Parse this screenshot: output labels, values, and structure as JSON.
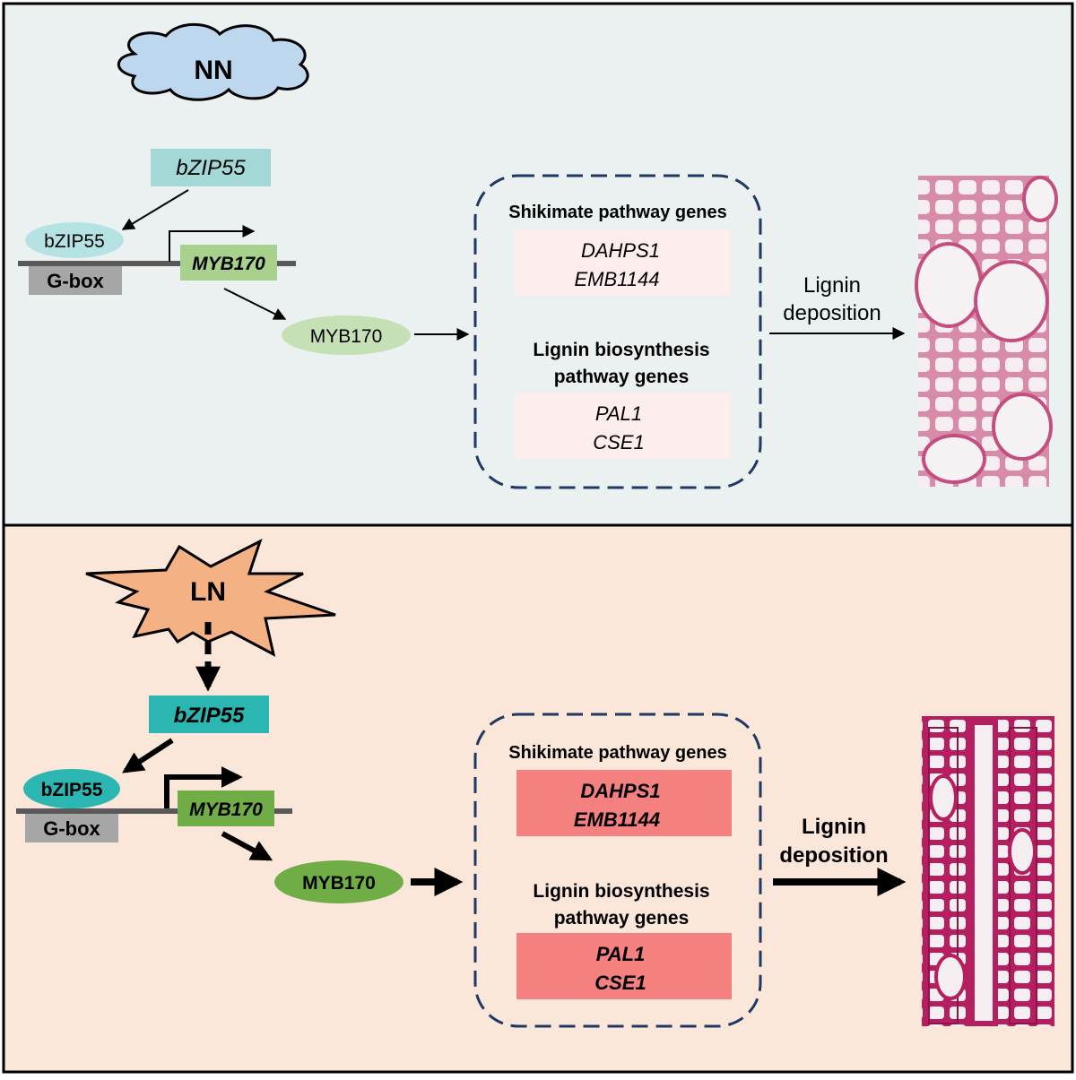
{
  "colors": {
    "panel_top_bg": "#ebf1f1",
    "panel_bottom_bg": "#fbe6da",
    "cloud_fill": "#bdd7ee",
    "star_fill": "#f4b183",
    "bzip_box_light": "#a3d8d7",
    "bzip_box_dark": "#2bb6b2",
    "bzip_oval_light": "#b5e2e3",
    "bzip_oval_dark": "#2bb6b2",
    "myb_box_light": "#a9d18e",
    "myb_box_dark": "#70ad47",
    "myb_oval_light": "#c5e0b4",
    "myb_oval_dark": "#70ad47",
    "gene_box_light": "#fdeeed",
    "gene_box_dark": "#f48080",
    "gbox_fill": "#a6a6a6",
    "line": "#595959",
    "dash_border": "#1f3864",
    "tissue_stain": "#c4306e"
  },
  "top_panel": {
    "condition": "NN",
    "gene_box": "bZIP55",
    "protein_bzip": "bZIP55",
    "promoter": "G-box",
    "target_gene": "MYB170",
    "protein_myb": "MYB170",
    "shikimate_title": "Shikimate pathway genes",
    "shikimate_genes": [
      "DAHPS1",
      "EMB1144"
    ],
    "lignin_title_line1": "Lignin biosynthesis",
    "lignin_title_line2": "pathway genes",
    "lignin_genes": [
      "PAL1",
      "CSE1"
    ],
    "outcome_line1": "Lignin",
    "outcome_line2": "deposition"
  },
  "bottom_panel": {
    "condition": "LN",
    "gene_box": "bZIP55",
    "protein_bzip": "bZIP55",
    "promoter": "G-box",
    "target_gene": "MYB170",
    "protein_myb": "MYB170",
    "shikimate_title": "Shikimate pathway genes",
    "shikimate_genes": [
      "DAHPS1",
      "EMB1144"
    ],
    "lignin_title_line1": "Lignin biosynthesis",
    "lignin_title_line2": "pathway genes",
    "lignin_genes": [
      "PAL1",
      "CSE1"
    ],
    "outcome_line1": "Lignin",
    "outcome_line2": "deposition"
  }
}
